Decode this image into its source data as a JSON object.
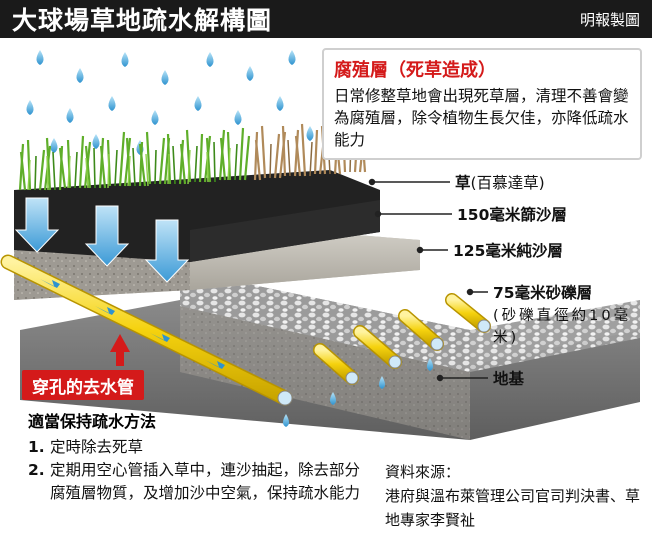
{
  "header": {
    "title": "大球場草地疏水解構圖",
    "credit": "明報製圖"
  },
  "callout": {
    "title": "腐殖層（死草造成）",
    "body": "日常修整草地會出現死草層，清理不善會變為腐殖層，除令植物生長欠佳，亦降低疏水能力"
  },
  "layers": {
    "grass": "草",
    "grass_note": "(百慕達草)",
    "sand_150": "150毫米篩沙層",
    "sand_125": "125毫米純沙層",
    "gravel": "75毫米砂礫層",
    "gravel_note": "(砂礫直徑約10毫米)",
    "base": "地基"
  },
  "pipe_label": "穿孔的去水管",
  "methods": {
    "title": "適當保持疏水方法",
    "items": [
      {
        "num": "1.",
        "text": "定時除去死草"
      },
      {
        "num": "2.",
        "text": "定期用空心管插入草中，連沙抽起，除去部分腐殖層物質，及增加沙中空氣，保持疏水能力"
      }
    ]
  },
  "source": {
    "label": "資料來源：",
    "text": "港府與溫布萊管理公司官司判決書、草地專家李賢祉"
  },
  "colors": {
    "accent_red": "#d41a1a",
    "grass_green": "#5fae2a",
    "dead_grass": "#b08a5a",
    "pipe_yellow": "#f5d20e",
    "water_blue": "#4fb0e0"
  }
}
